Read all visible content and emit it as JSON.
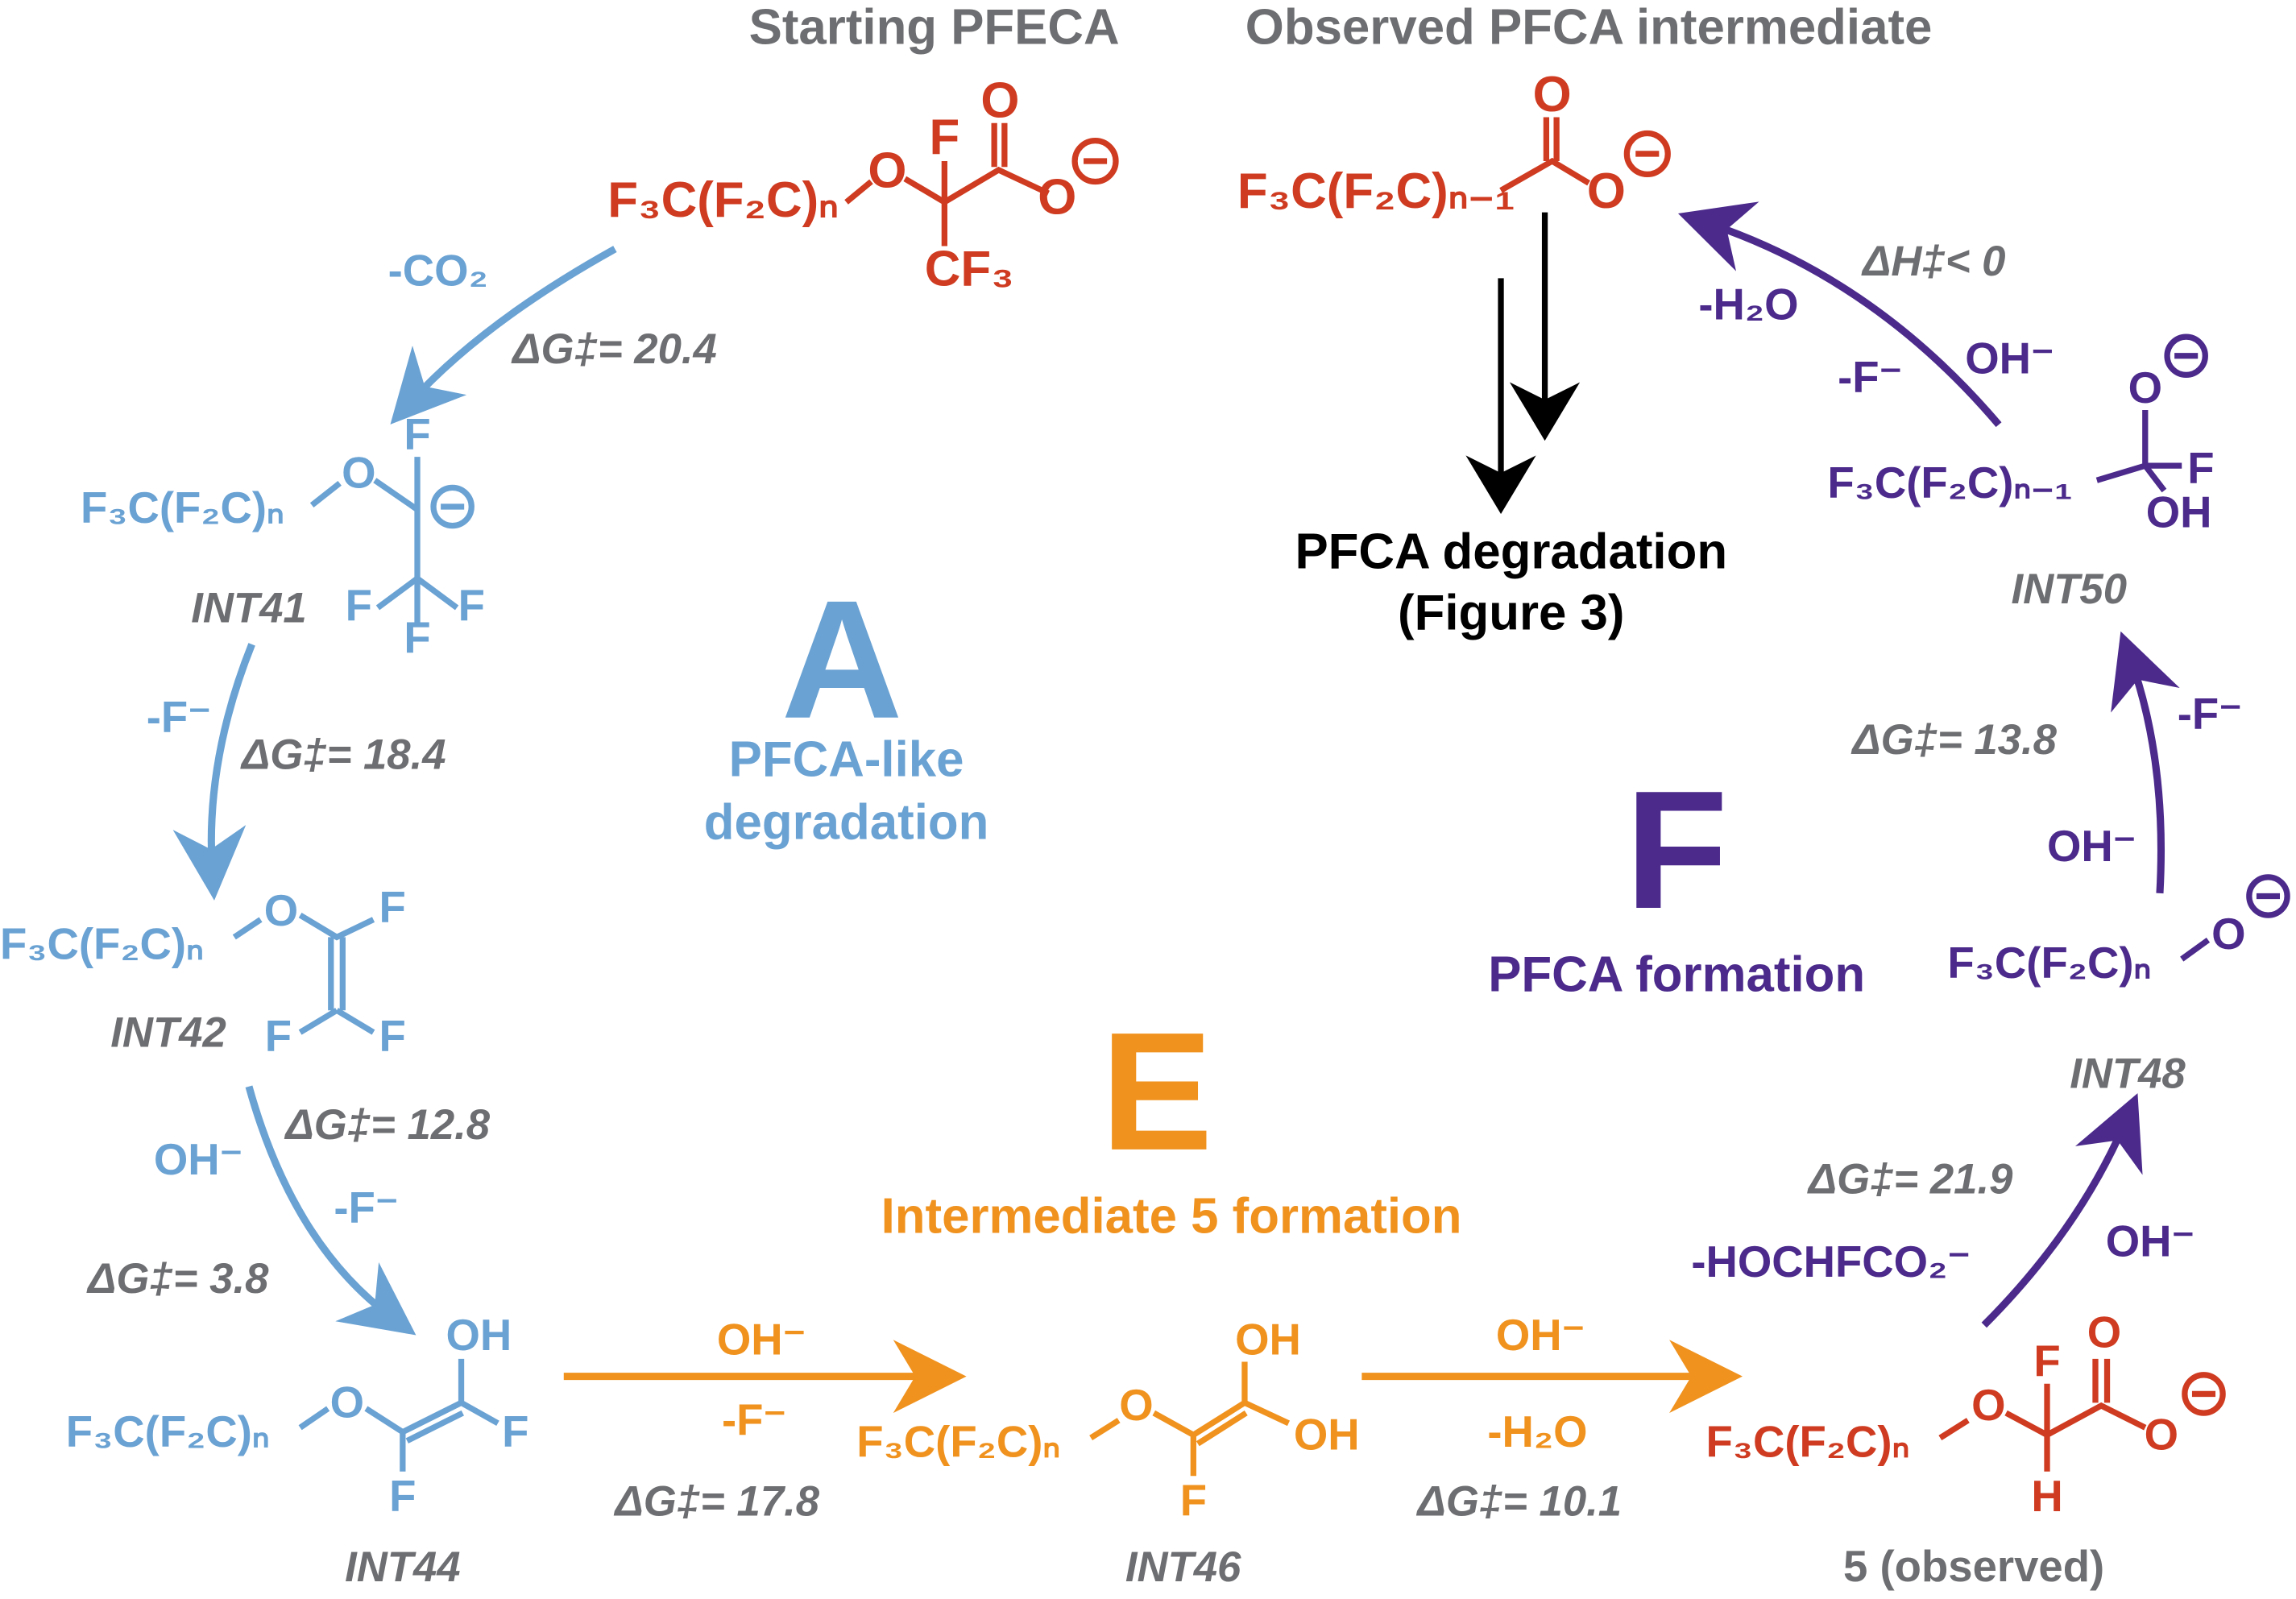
{
  "titles": {
    "starting": "Starting PFECA",
    "observed": "Observed PFCA intermediate"
  },
  "colors": {
    "red": "#cf3b20",
    "blue": "#6aa2d3",
    "gray": "#6d6e71",
    "purple": "#4b2a8c",
    "orange": "#f0921e"
  },
  "atoms": {
    "chain": "F₃C(F₂C)ₙ",
    "chain_n1": "F₃C(F₂C)ₙ₋₁",
    "O": "O",
    "F": "F",
    "H": "H",
    "OH": "OH",
    "CF3": "CF₃"
  },
  "labels": {
    "int41": "INT41",
    "int42": "INT42",
    "int44": "INT44",
    "int46": "INT46",
    "int48": "INT48",
    "int50": "INT50",
    "five": "5 (observed)"
  },
  "steps": {
    "co2": "-CO₂",
    "g1": "ΔG‡= 20.4",
    "f1": "-F⁻",
    "g2": "ΔG‡= 18.4",
    "oh1": "OH⁻",
    "f2": "-F⁻",
    "g3": "ΔG‡= 12.8",
    "g4": "ΔG‡= 3.8",
    "oh2": "OH⁻",
    "f3": "-F⁻",
    "g5": "ΔG‡= 17.8",
    "oh3": "OH⁻",
    "h2o1": "-H₂O",
    "g6": "ΔG‡= 10.1",
    "hoch": "-HOCHFCO₂⁻",
    "oh4": "OH⁻",
    "g7": "ΔG‡= 21.9",
    "oh5": "OH⁻",
    "f4": "-F⁻",
    "g8": "ΔG‡= 13.8",
    "h2o2": "-H₂O",
    "h1": "ΔH‡< 0",
    "f5": "-F⁻",
    "oh6": "OH⁻"
  },
  "degradation": {
    "line1": "PFCA degradation",
    "line2": "(Figure 3)"
  },
  "sections": {
    "a": {
      "letter": "A",
      "line1": "PFCA-like",
      "line2": "degradation"
    },
    "e": {
      "letter": "E",
      "line1": "Intermediate 5 formation"
    },
    "f": {
      "letter": "F",
      "line1": "PFCA formation"
    }
  }
}
